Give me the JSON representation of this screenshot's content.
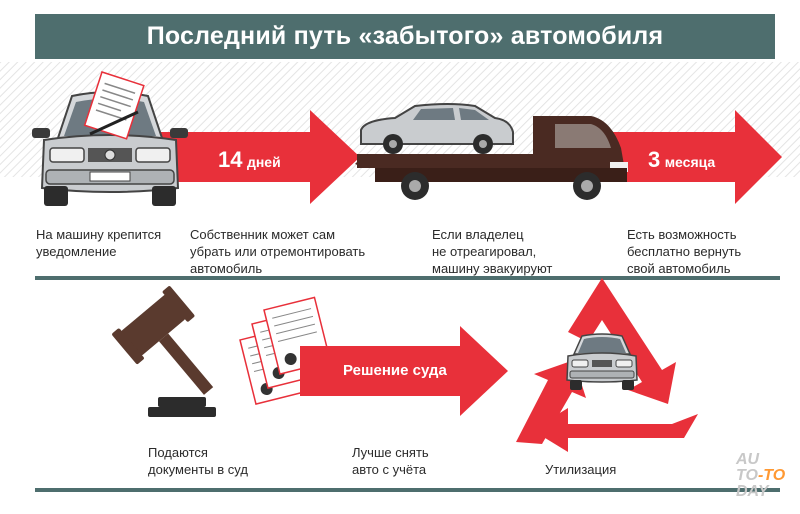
{
  "title": "Последний путь «забытого» автомобиля",
  "steps_top": {
    "arrow1_number": "14",
    "arrow1_unit": "дней",
    "arrow2_number": "3",
    "arrow2_unit": "месяца",
    "caption1": [
      "На машину крепится",
      "уведомление"
    ],
    "caption2": [
      "Собственник может сам",
      "убрать или отремонтировать",
      "автомобиль"
    ],
    "caption3": [
      "Если владелец",
      "не отреагировал,",
      "машину эвакуируют"
    ],
    "caption4": [
      "Есть возможность",
      "бесплатно вернуть",
      "свой автомобиль"
    ]
  },
  "steps_bottom": {
    "arrow_label": "Решение суда",
    "caption1": [
      "Подаются",
      "документы в суд"
    ],
    "caption2": [
      "Лучше снять",
      "авто с учёта"
    ],
    "caption3": [
      "Утилизация"
    ]
  },
  "watermark": {
    "line1": "AU",
    "line2a": "TO",
    "line2b": "-TO",
    "line3": "DAY"
  },
  "colors": {
    "title_bg": "#4e6e6e",
    "arrow_red": "#e8303a",
    "car_gray": "#c9cccf",
    "truck_brown": "#4a2a22",
    "gavel_brown": "#5a3a2e"
  }
}
